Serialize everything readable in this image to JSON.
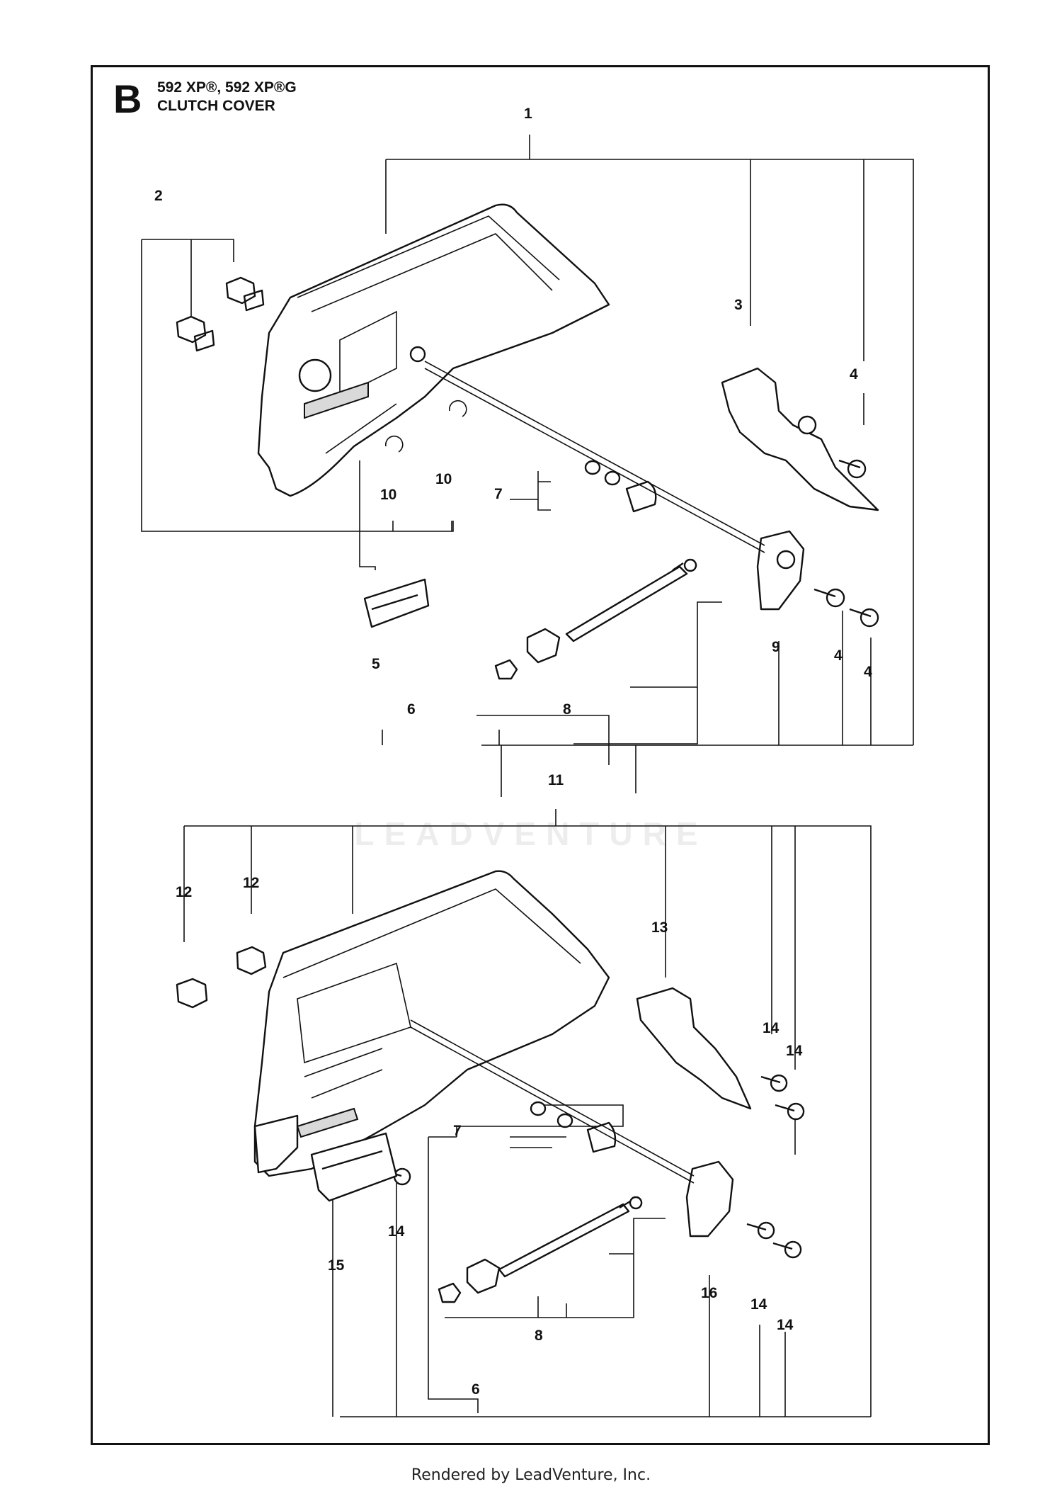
{
  "header": {
    "section_letter": "B",
    "models": "592 XP®, 592 XP®G",
    "title": "CLUTCH COVER"
  },
  "watermark": "LEADVENTURE",
  "footer": "Rendered by LeadVenture, Inc.",
  "callouts": {
    "upper": [
      "1",
      "2",
      "3",
      "4",
      "10",
      "10",
      "7",
      "5",
      "9",
      "4",
      "4",
      "6",
      "8"
    ],
    "lower": [
      "11",
      "12",
      "12",
      "13",
      "14",
      "14",
      "7",
      "14",
      "15",
      "16",
      "14",
      "14",
      "8",
      "6"
    ]
  }
}
